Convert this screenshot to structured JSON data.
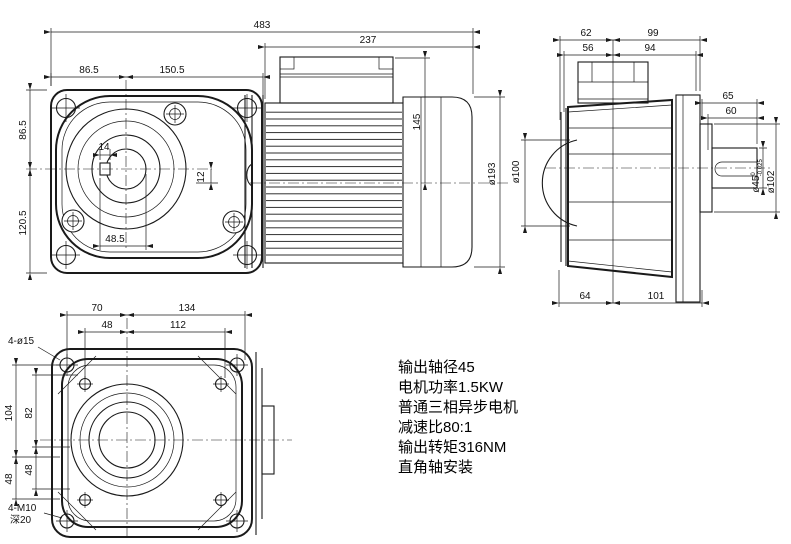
{
  "specs": {
    "lines": [
      "输出轴径45",
      "电机功率1.5KW",
      "普通三相异步电机",
      "减速比80:1",
      "输出转矩316NM",
      "直角轴安装"
    ]
  },
  "front_view": {
    "d483": "483",
    "d237": "237",
    "d86_5_top": "86.5",
    "d150_5": "150.5",
    "d86_5_left": "86.5",
    "d120_5": "120.5",
    "d14": "14",
    "d12": "12",
    "d48_5": "48.5",
    "d145": "145",
    "d193": "ø193"
  },
  "side_view": {
    "d62": "62",
    "d99": "99",
    "d56": "56",
    "d94": "94",
    "d65": "65",
    "d60": "60",
    "d100": "ø100",
    "d45": "ø45",
    "d45_tol_upper": "0",
    "d45_tol_lower": "-0.025",
    "d102": "ø102",
    "d64": "64",
    "d101": "101"
  },
  "bottom_view": {
    "d70": "70",
    "d134": "134",
    "d48_top": "48",
    "d112": "112",
    "d4_o15": "4-ø15",
    "d104": "104",
    "d82": "82",
    "d48_left_outer": "48",
    "d48_left_inner": "48",
    "d4_m10": "4-M10",
    "depth20": "深20"
  }
}
